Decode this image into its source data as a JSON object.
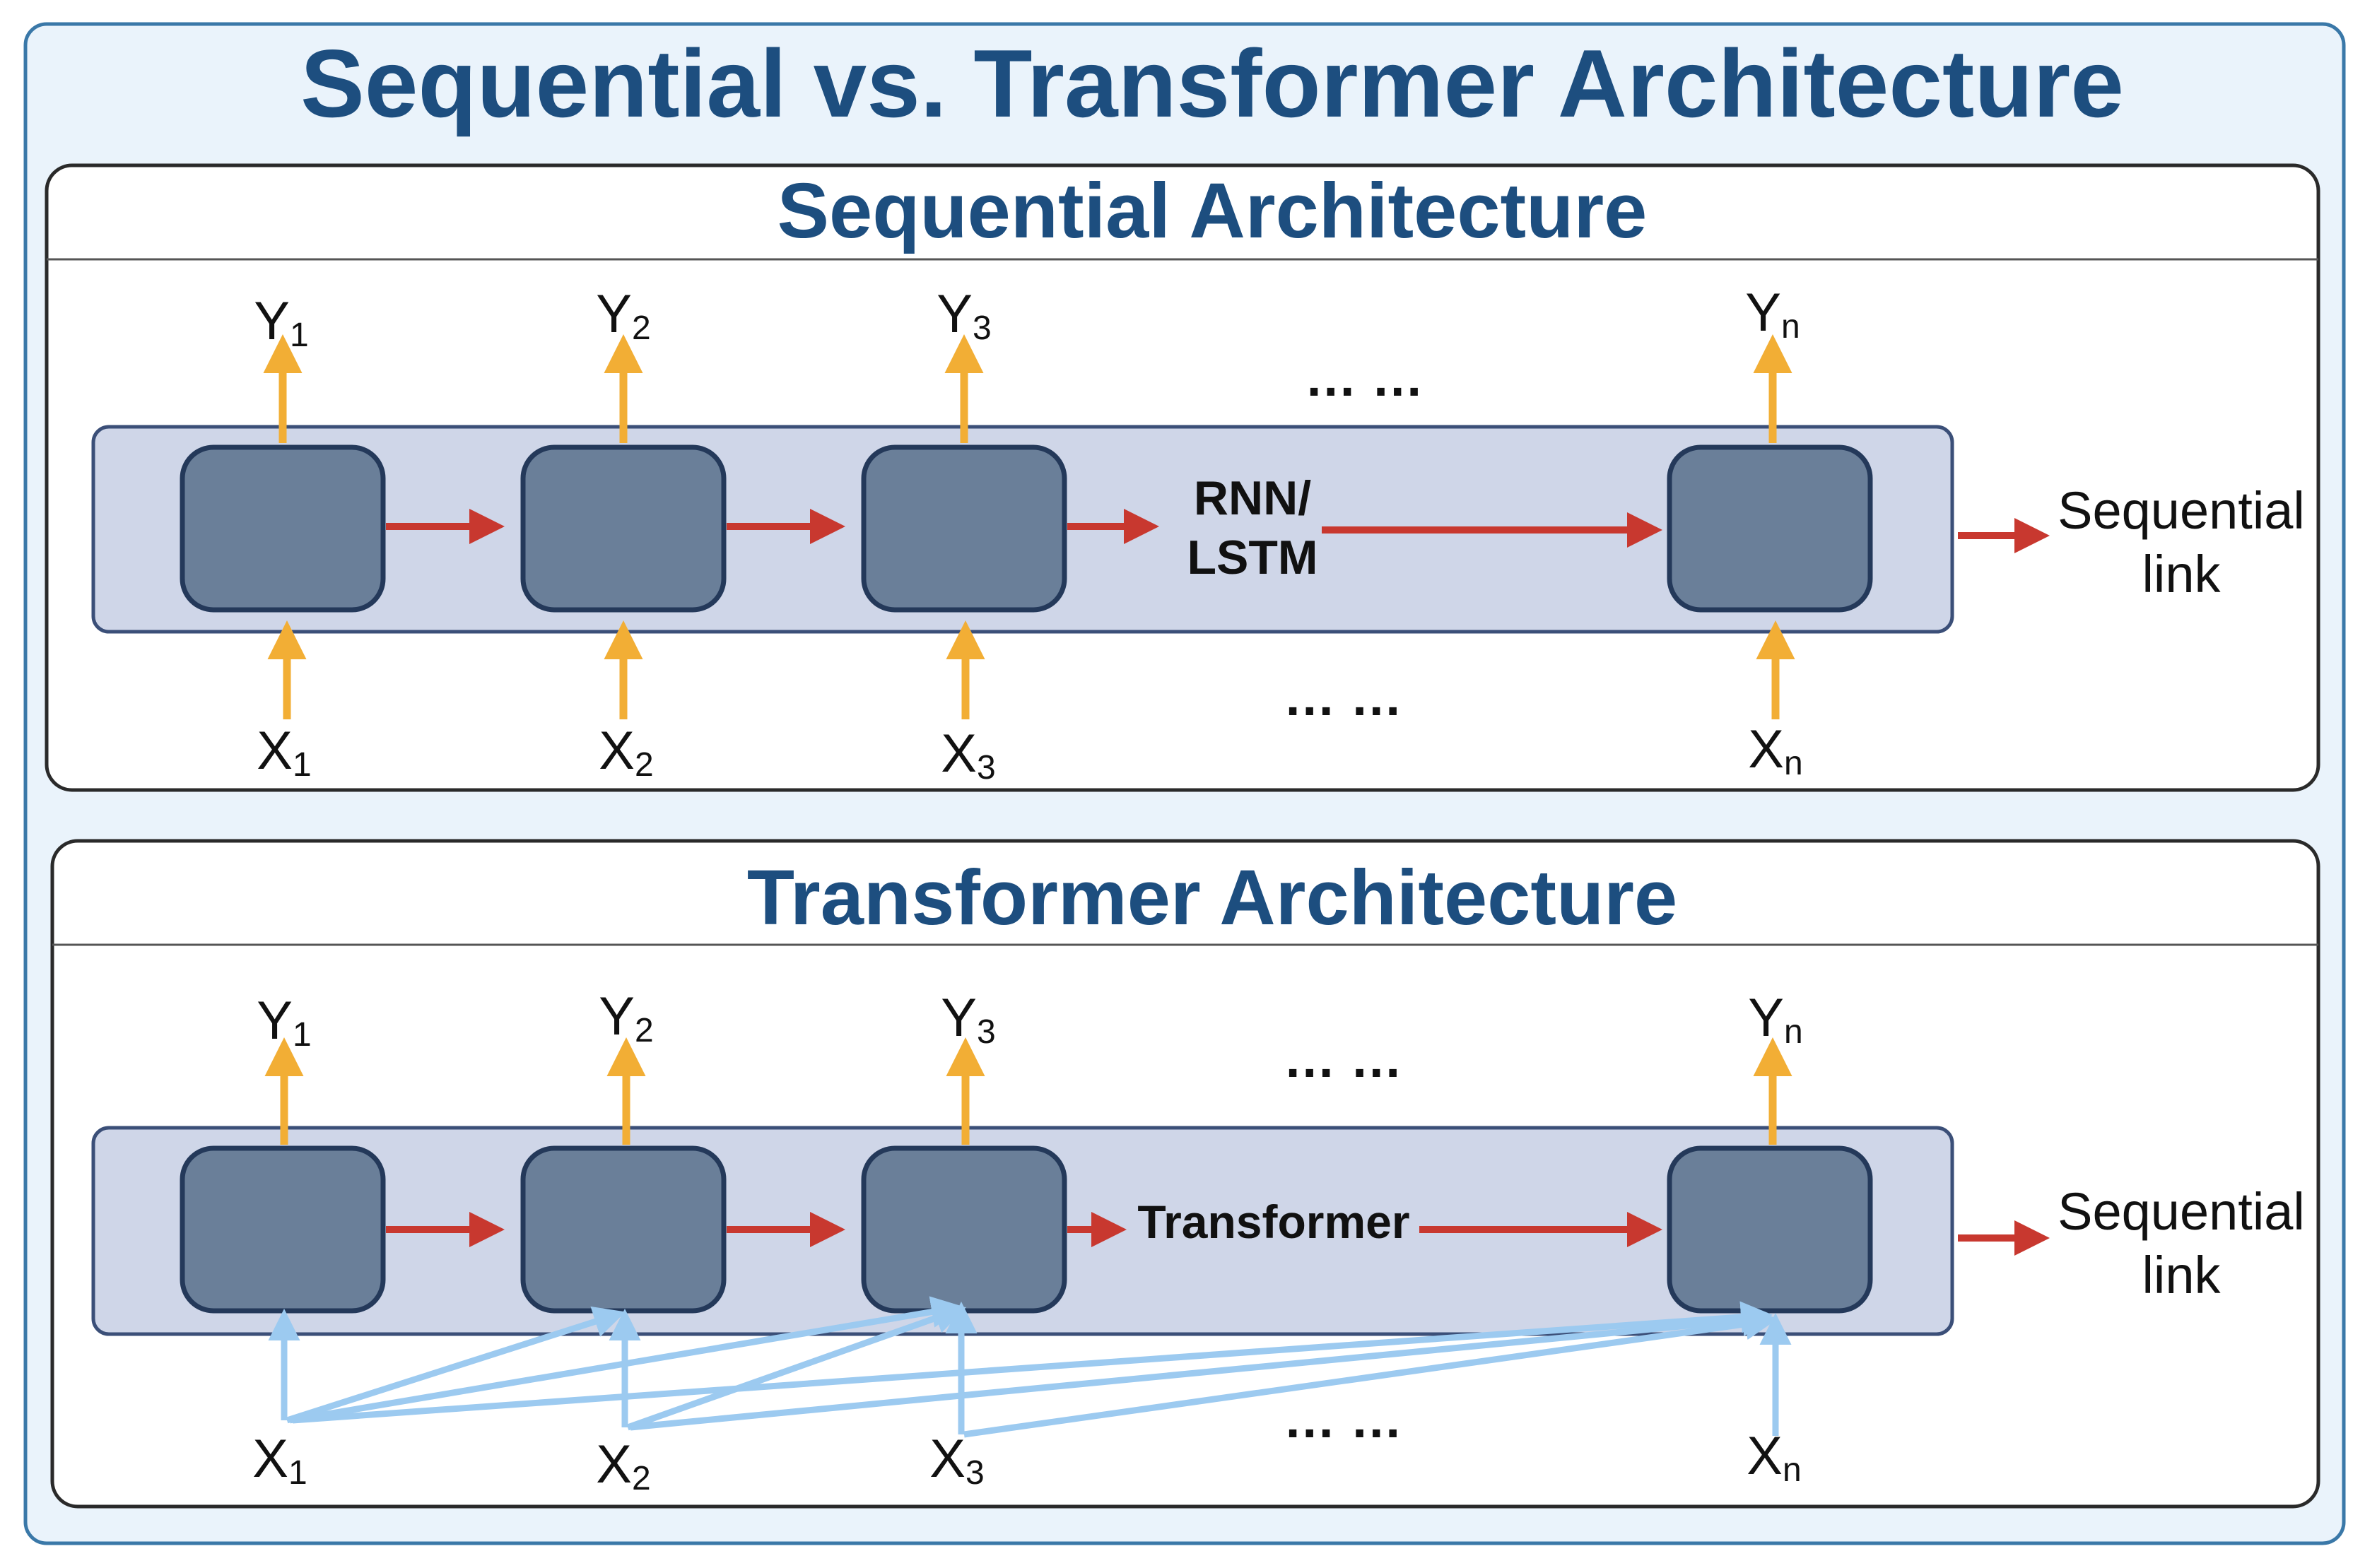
{
  "main_title": "Sequential vs. Transformer Architecture",
  "colors": {
    "title": "#1d4e7f",
    "outer_bg": "#eaf3fb",
    "outer_border": "#3a78a8",
    "band_fill": "#cfd6e8",
    "cell_fill": "#6a7f99",
    "cell_border": "#24395a",
    "output_arrow": "#f2ae35",
    "link_arrow": "#c8382f",
    "attention_arrow": "#9ccaf0"
  },
  "sequential": {
    "title": "Sequential Architecture",
    "outputs": [
      {
        "base": "Y",
        "sub": "1"
      },
      {
        "base": "Y",
        "sub": "2"
      },
      {
        "base": "Y",
        "sub": "3"
      },
      {
        "base": "Y",
        "sub": "n"
      }
    ],
    "inputs": [
      {
        "base": "X",
        "sub": "1"
      },
      {
        "base": "X",
        "sub": "2"
      },
      {
        "base": "X",
        "sub": "3"
      },
      {
        "base": "X",
        "sub": "n"
      }
    ],
    "middle_label_line1": "RNN/",
    "middle_label_line2": "LSTM",
    "ellipsis": "… …",
    "side_label_line1": "Sequential",
    "side_label_line2": "link",
    "cell_icon": "rounded-square-cell",
    "output_arrow_icon": "arrow-up-icon",
    "link_arrow_icon": "arrow-right-icon"
  },
  "transformer": {
    "title": "Transformer Architecture",
    "outputs": [
      {
        "base": "Y",
        "sub": "1"
      },
      {
        "base": "Y",
        "sub": "2"
      },
      {
        "base": "Y",
        "sub": "3"
      },
      {
        "base": "Y",
        "sub": "n"
      }
    ],
    "inputs": [
      {
        "base": "X",
        "sub": "1"
      },
      {
        "base": "X",
        "sub": "2"
      },
      {
        "base": "X",
        "sub": "3"
      },
      {
        "base": "X",
        "sub": "n"
      }
    ],
    "middle_label": "Transformer",
    "ellipsis": "… …",
    "side_label_line1": "Sequential",
    "side_label_line2": "link",
    "attention_icon": "attention-arrow-icon"
  }
}
